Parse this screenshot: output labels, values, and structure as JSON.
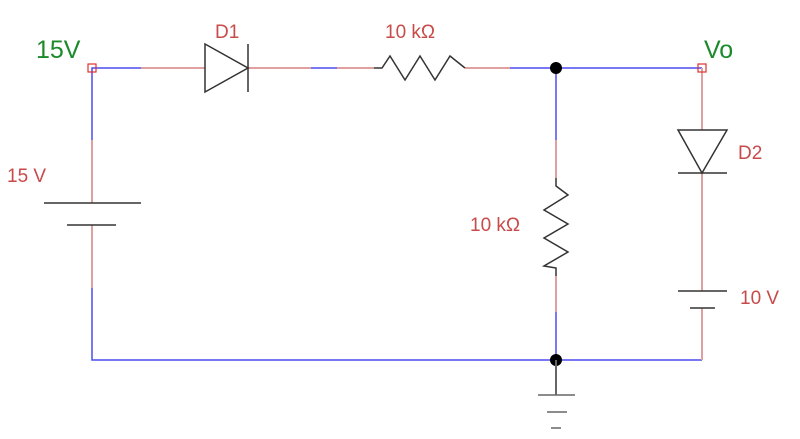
{
  "nodes": {
    "input_label": "15V",
    "output_label": "Vo"
  },
  "components": {
    "d1": {
      "label": "D1"
    },
    "r_series": {
      "label": "10 kΩ"
    },
    "r_shunt": {
      "label": "10 kΩ"
    },
    "d2": {
      "label": "D2"
    },
    "v_source": {
      "label": "15 V"
    },
    "v_bias": {
      "label": "10 V"
    }
  },
  "colors": {
    "wire": "#4c4cf0",
    "pin": "#e0a0a0",
    "label": "#c84a4a",
    "net_label": "#1a8a2a"
  }
}
